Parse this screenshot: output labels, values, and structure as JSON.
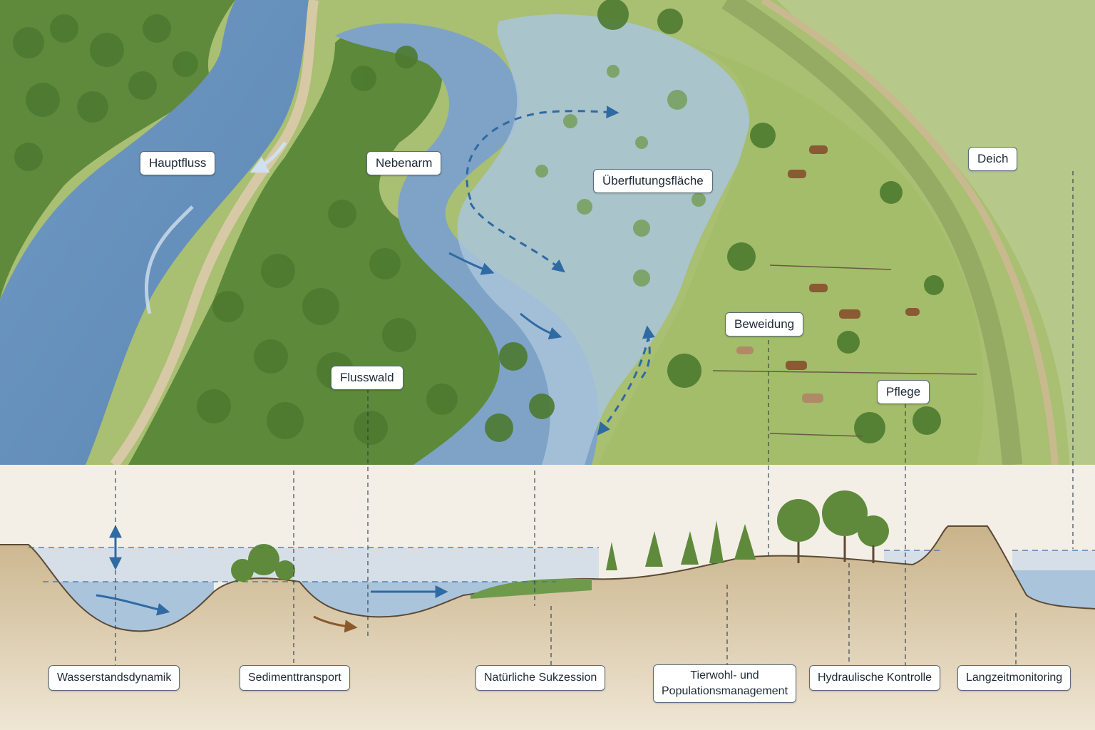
{
  "map_labels": {
    "hauptfluss": "Hauptfluss",
    "nebenarm": "Nebenarm",
    "ueberflutungsflaeche": "Überflutungsfläche",
    "deich": "Deich",
    "beweidung": "Beweidung",
    "flusswald": "Flusswald",
    "pflege": "Pflege"
  },
  "section_labels": {
    "wasserstandsdynamik": "Wasserstandsdynamik",
    "sedimenttransport": "Sedimenttransport",
    "natuerliche_sukzession": "Natürliche Sukzession",
    "tierwohl_line1": "Tierwohl- und",
    "tierwohl_line2": "Populationsmanagement",
    "hydraulische_kontrolle": "Hydraulische Kontrolle",
    "langzeitmonitoring": "Langzeitmonitoring"
  },
  "colors": {
    "water": "#7fa6c8",
    "water_dark": "#4f7fae",
    "forest": "#5f8a3c",
    "meadow": "#a9bf72",
    "soil": "#d9c9a8",
    "arrow": "#2f6aa3",
    "sediment_arrow": "#8a5a2b"
  }
}
